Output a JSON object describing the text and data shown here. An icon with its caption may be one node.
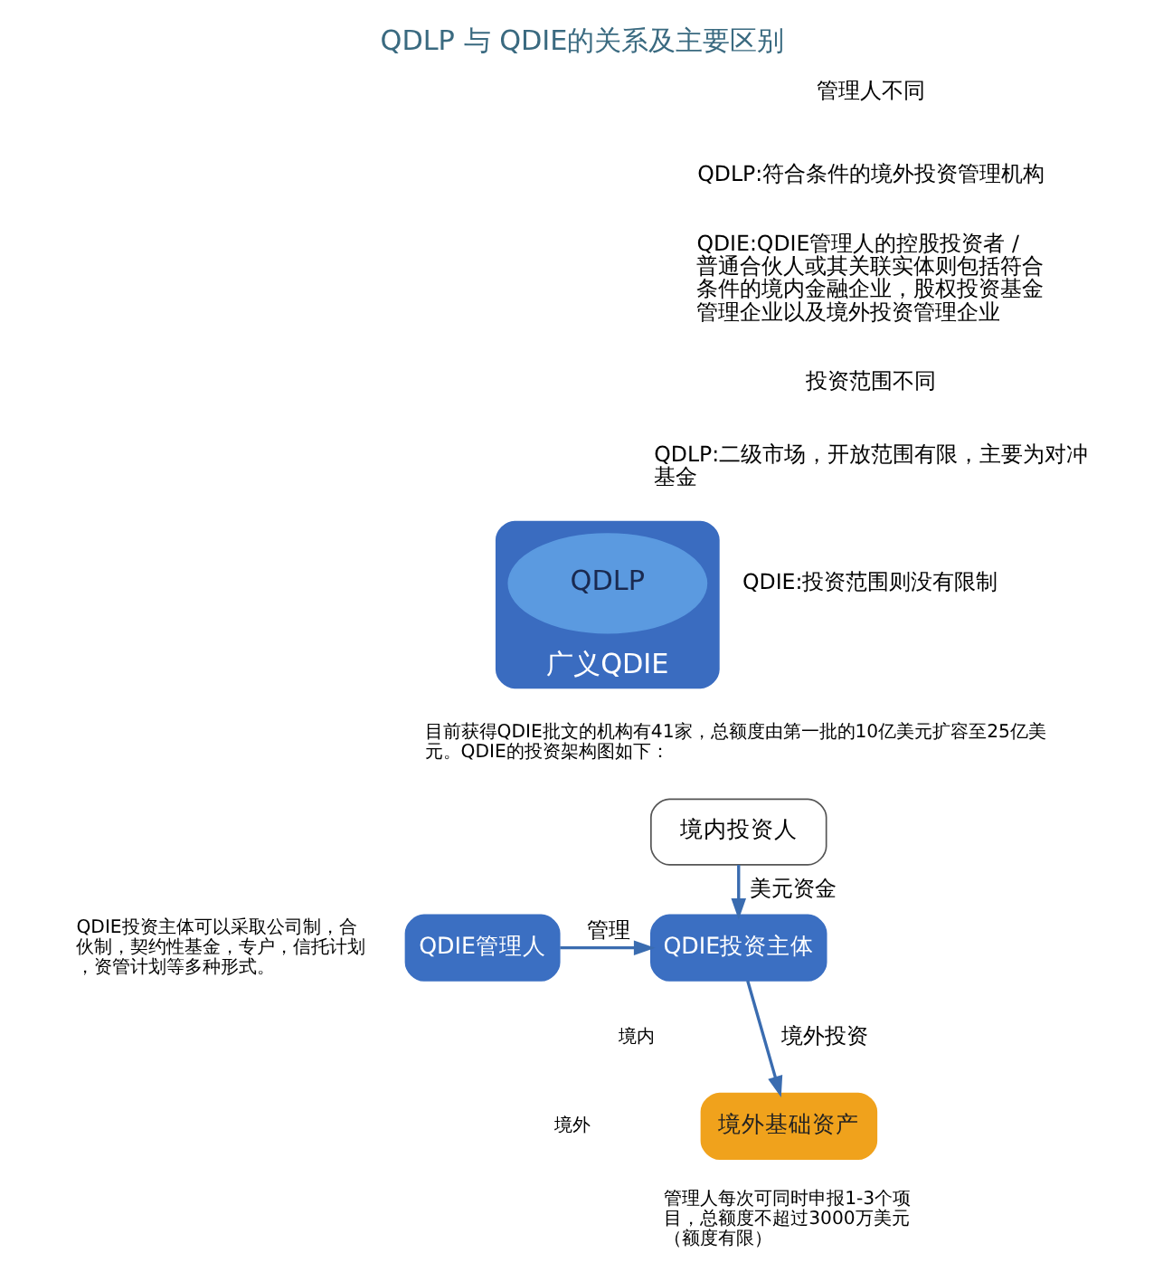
{
  "diagram": {
    "title": "QDLP 与 QDIE的关系及主要区别",
    "nodes": [
      {
        "text": [
          "广义QDIE"
        ]
      },
      {
        "text": [
          "QDLP"
        ],
        "in": 0
      },
      {
        "text": [
          "境内投资人"
        ]
      },
      {
        "text": [
          "QDIE投资主体"
        ]
      },
      {
        "text": [
          "QDIE管理人"
        ]
      },
      {
        "text": [
          "境外基础资产"
        ]
      }
    ],
    "edges": [
      {
        "from": 2,
        "to": 3,
        "arrow": "to",
        "label": "美元资金"
      },
      {
        "from": 4,
        "to": 3,
        "arrow": "to",
        "label": "管理"
      },
      {
        "from": 3,
        "to": 5,
        "arrow": "to",
        "label": "境外投资"
      }
    ],
    "labels": [
      "管理人不同",
      "QDLP:符合条件的境外投资管理机构",
      "QDIE:QDIE管理人的控股投资者 / 普通合伙人或其关联实体则包括符合条件的境内金融企业，股权投资基金管理企业以及境外投资管理企业",
      "投资范围不同",
      "QDLP:二级市场，开放范围有限，主要为对冲基金",
      "QDIE:投资范围则没有限制",
      "目前获得QDIE批文的机构有41家，总额度由第一批的10亿美元扩容至25亿美元。QDIE的投资架构图如下：",
      "QDIE投资主体可以采取公司制，合伙制，契约性基金，专户，信托计划，资管计划等多种形式。",
      "境内",
      "境外",
      "管理人每次可同时申报1-3个项目，总额度不超过3000万美元（额度有限）"
    ]
  }
}
